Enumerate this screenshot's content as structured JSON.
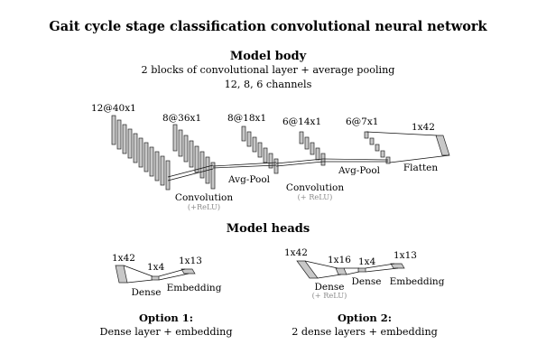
{
  "title": "Gait cycle stage classification convolutional neural network",
  "body": {
    "heading": "Model body",
    "desc1": "2 blocks of convolutional layer + average pooling",
    "desc2": "12, 8, 6 channels",
    "shapes": [
      "12@40x1",
      "8@36x1",
      "8@18x1",
      "6@14x1",
      "6@7x1",
      "1x42"
    ],
    "ops": {
      "conv1": "Convolution",
      "conv1_note": "(+ReLU)",
      "pool1": "Avg-Pool",
      "conv2": "Convolution",
      "conv2_note": "(+ ReLU)",
      "pool2": "Avg-Pool",
      "flatten": "Flatten"
    }
  },
  "heads": {
    "heading": "Model heads",
    "option1": {
      "shapes": [
        "1x42",
        "1x4",
        "1x13"
      ],
      "dense": "Dense",
      "embedding": "Embedding",
      "title": "Option 1:",
      "desc": "Dense layer + embedding"
    },
    "option2": {
      "shapes": [
        "1x42",
        "1x16",
        "1x4",
        "1x13"
      ],
      "dense1": "Dense",
      "dense1_note": "(+ ReLU)",
      "dense2": "Dense",
      "embedding": "Embedding",
      "title": "Option 2:",
      "desc": "2 dense layers + embedding"
    }
  }
}
